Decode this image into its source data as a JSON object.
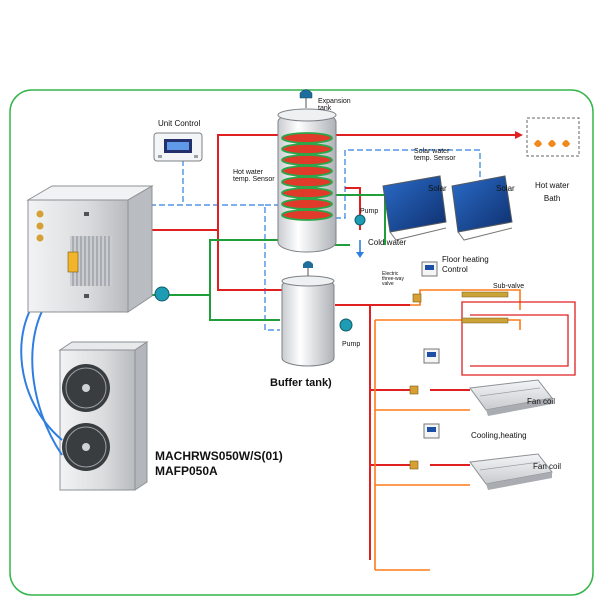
{
  "labels": {
    "unit_control": "Unit Control",
    "expansion_tank": "Expansion\ntank",
    "hot_water_temp_sensor": "Hot water\ntemp. Sensor",
    "solar_water_temp_sensor": "Solar water\ntemp. Sensor",
    "solar_1": "Solar",
    "solar_2": "Solar",
    "pump_upper": "Pump",
    "cold_water": "Cold water",
    "hot_water_bath": "Hot water\nBath",
    "floor_heating_control": "Floor heating\nControl",
    "electric_three_way_valve": "Electric\nthree-way\nvalve",
    "sub_valve": "Sub-valve",
    "pump_lower": "Pump",
    "buffer_tank": "Buffer tank)",
    "fan_coil_1": "Fan coil",
    "cooling_heating": "Cooling,heating",
    "fan_coil_2": "Fan coil",
    "model_indoor": "MACHRWS050W/S(01)",
    "model_outdoor": "MAFP050A"
  },
  "colors": {
    "hot_pipe": "#e02020",
    "cold_pipe": "#1f9e3a",
    "loop_pipe": "#ff7a1a",
    "signal_line": "#2f7fe0",
    "frame": "#34b54a",
    "unit_body": "#d8dadc",
    "panel_blue": "#1d4fa6"
  }
}
